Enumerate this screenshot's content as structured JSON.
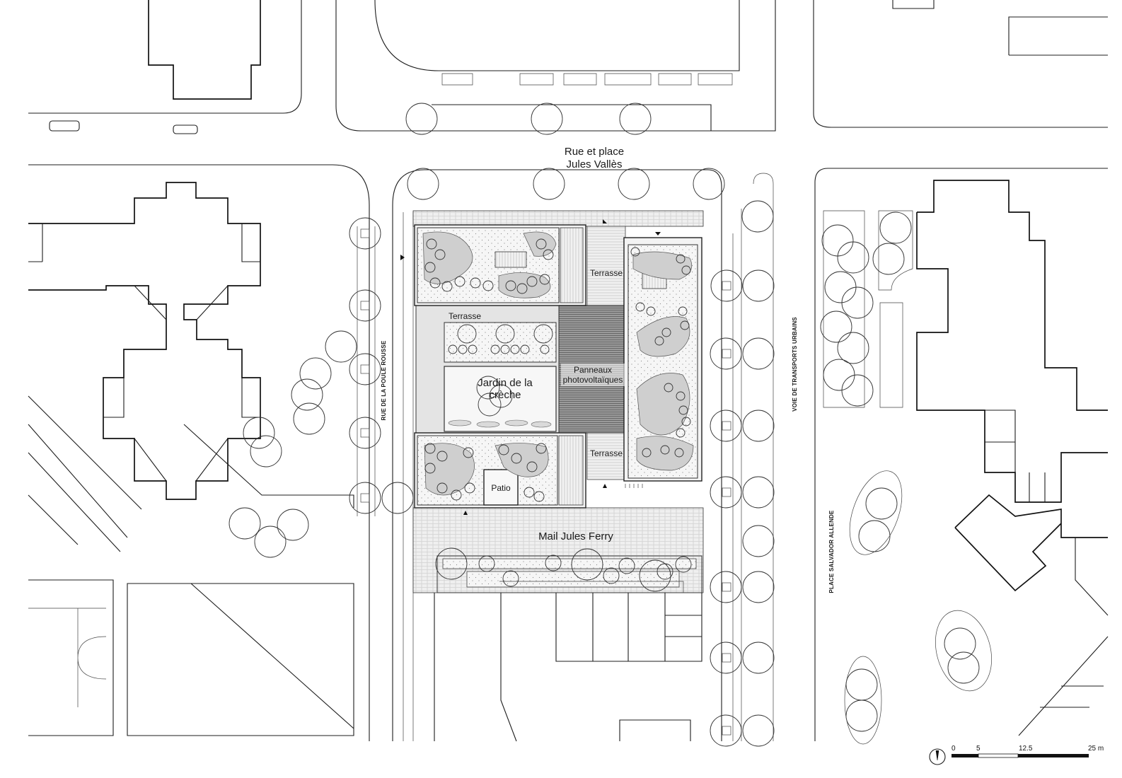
{
  "labels": {
    "rue_place": [
      "Rue et place",
      "Jules Vallès"
    ],
    "terrasse_top": "Terrasse",
    "terrasse_left": "Terrasse",
    "terrasse_bottom": "Terrasse",
    "jardin": [
      "Jardin de la",
      "crèche"
    ],
    "panneaux": [
      "Panneaux",
      "photovoltaïques"
    ],
    "patio": "Patio",
    "mail": "Mail Jules Ferry"
  },
  "streets": {
    "poule_rousse": "RUE DE LA POULE ROUSSE",
    "transports": "VOIE DE TRANSPORTS URBAINS",
    "salvador": "PLACE SALVADOR ALLENDE"
  },
  "scale": {
    "ticks": [
      "0",
      "5",
      "12.5",
      "25 m"
    ],
    "north_icon": "north-arrow-icon"
  },
  "colors": {
    "ink": "#1c1c1c",
    "paving": "#d9d9d9",
    "terrace": "#e6e6e6",
    "pv": "#8f8f8f",
    "planting": "#c9c9c9"
  }
}
